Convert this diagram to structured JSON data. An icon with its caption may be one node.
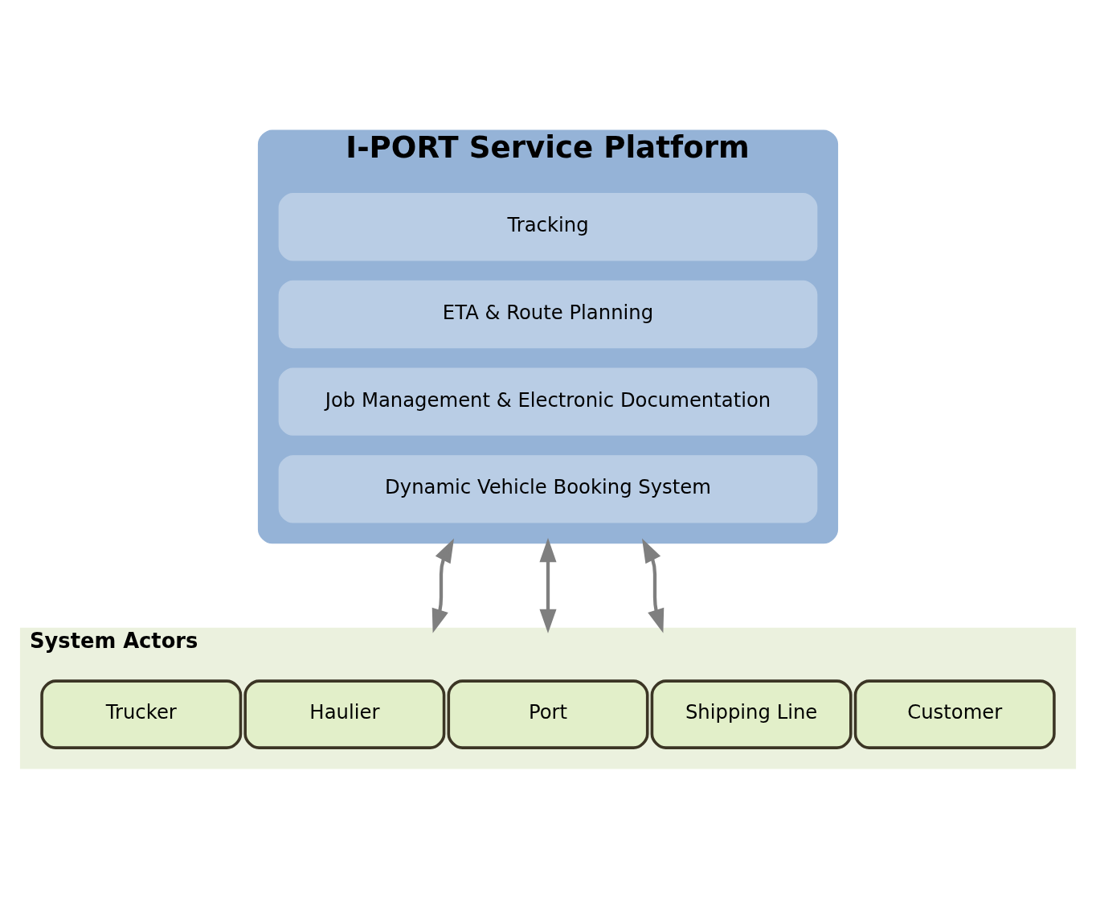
{
  "diagram": {
    "nodes": [
      {
        "text": [
          "I-PORT Service Platform"
        ]
      },
      {
        "text": [
          "Tracking"
        ],
        "in": 0
      },
      {
        "text": [
          "ETA & Route Planning"
        ],
        "in": 0
      },
      {
        "text": [
          "Job Management & Electronic Documentation"
        ],
        "in": 0
      },
      {
        "text": [
          "Dynamic Vehicle Booking System"
        ],
        "in": 0
      },
      {
        "text": [
          "System Actors"
        ]
      },
      {
        "text": [
          "Trucker"
        ],
        "in": 5
      },
      {
        "text": [
          "Haulier"
        ],
        "in": 5
      },
      {
        "text": [
          "Port"
        ],
        "in": 5
      },
      {
        "text": [
          "Shipping Line"
        ],
        "in": 5
      },
      {
        "text": [
          "Customer"
        ],
        "in": 5
      }
    ],
    "edges": [
      {
        "from": 0,
        "to": 5,
        "arrow": "both"
      },
      {
        "from": 0,
        "to": 5,
        "arrow": "both"
      },
      {
        "from": 0,
        "to": 5,
        "arrow": "both"
      }
    ]
  }
}
